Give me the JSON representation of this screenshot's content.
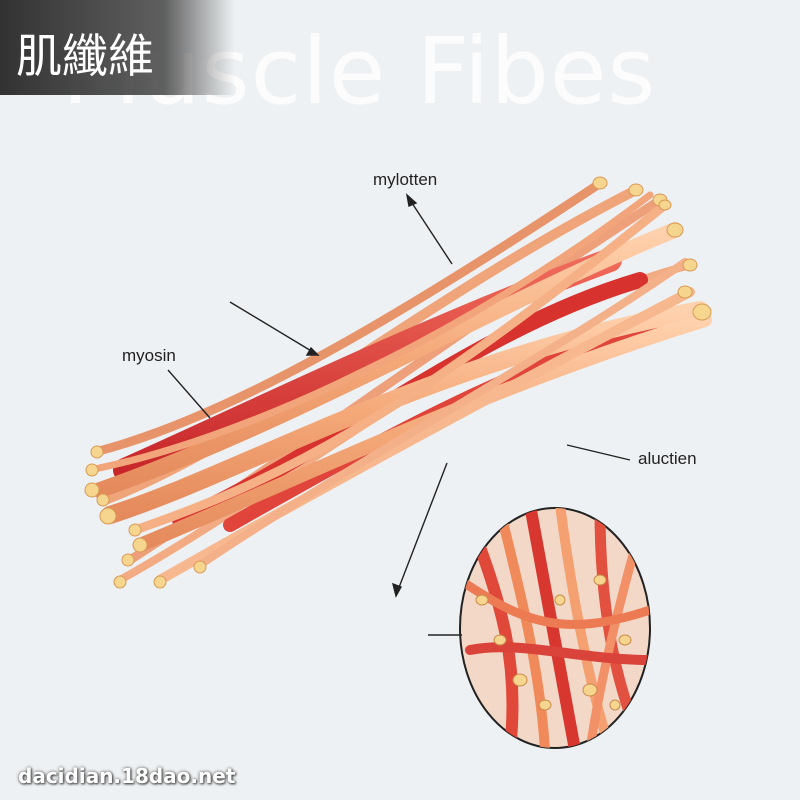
{
  "header": {
    "background_title": "Muscle Fibes",
    "badge_text": "肌纖維"
  },
  "labels": {
    "top": "mylotten",
    "left": "myosin",
    "right": "aluctien"
  },
  "footer": {
    "watermark": "dacidian.18dao.net"
  },
  "colors": {
    "background": "#eef1f3",
    "fiber_light": "#f4a878",
    "fiber_red": "#dd3b34",
    "fiber_tip": "#f6d58f"
  }
}
